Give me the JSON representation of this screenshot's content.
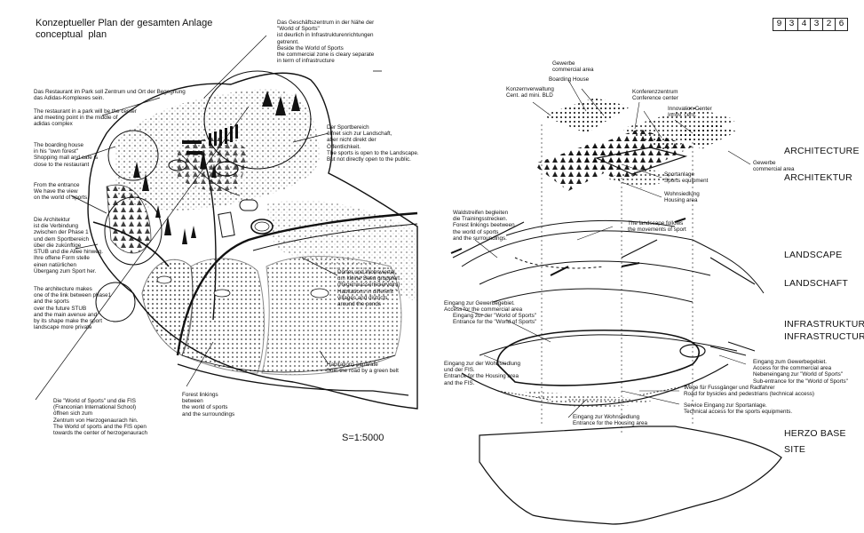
{
  "sheet_number": [
    "9",
    "3",
    "4",
    "3",
    "2",
    "6"
  ],
  "title": {
    "de": "Konzeptueller Plan der gesamten Anlage",
    "en": "conceptual  plan"
  },
  "scale": "S=1:5000",
  "plan_notes": [
    {
      "id": "restaurant",
      "text": "Das Restaurant im Park soll Zentrum und Ort der Begegnung\ndas Adidas-Komplexes sein.\n\nThe restaurant in a park will be the center\nand meeting point in the middle of\nadidas complex"
    },
    {
      "id": "boarding",
      "text": "The boarding house\nin his \"own forest\"\nShopping mall and cafe is\nclose to the restaurant"
    },
    {
      "id": "entrance",
      "text": "From the entrance\nWe have the view\non the world of sports."
    },
    {
      "id": "architektur",
      "text": "Die Architektur\nist die Verbindung\nzwischen der Phase 1\nund dem Sportbereich\nüber die zukünftige\nSTUB und die Allee hinweg.\nIhre offene Form stelle\neinen natürlichen\nÜbergang zum Sport her."
    },
    {
      "id": "architecture",
      "text": "The architecture makes\none of the link between phase1\nand the sports\nover the future STUB\nand the main avenue and\nby its shape make the sport\nlandscape more private"
    },
    {
      "id": "geschaeft",
      "text": "Das Geschäftszentrum in der Nähe der\n\"World of Sports\"\nist deurlich in Infrastrukturenrichtungen\ngetrennt.\nBeside the World of Sports\nthe commercial zone is cleary separate\nin term of infrastructure"
    },
    {
      "id": "sportbereich",
      "text": "Der Sportbereich\nöffnet sich zur Landschaft,\naber nicht direkt der\nÖffentlichkeit.\nThe sports is open to the Landscape.\nBut not directly open to the public."
    },
    {
      "id": "doerfer",
      "text": "Dörfer und Wohnviertel,\num kleine Seen gruppiert\n(Regenwasserreservoirs)\nHabitations in different\nvillages and districts\naround the ponds"
    },
    {
      "id": "habitations",
      "text": "Habitations separate\nfrom the road by a green belt"
    },
    {
      "id": "forest",
      "text": "Forest linkings\nbetween\nthe world of sports\nand the surroundings"
    },
    {
      "id": "fis",
      "text": "Die \"World of Sports\" und die FIS\n(Franconian International School)\nöffnen sich zum\nZentrum von Herzogenaurach hin.\nThe World of sports and the FIS open\ntowards the center of herzogenaurach"
    }
  ],
  "layer_labels": [
    {
      "id": "architecture",
      "text": "ARCHITECTURE"
    },
    {
      "id": "architektur",
      "text": "ARCHITEKTUR"
    },
    {
      "id": "landscape",
      "text": "LANDSCAPE"
    },
    {
      "id": "landschaft",
      "text": "LANDSCHAFT"
    },
    {
      "id": "infrastruktur",
      "text": "INFRASTRUKTUR"
    },
    {
      "id": "infrastructure",
      "text": "INFRASTRUCTURE"
    },
    {
      "id": "herzo",
      "text": "HERZO BASE"
    },
    {
      "id": "site",
      "text": "SITE"
    }
  ],
  "axo_notes": [
    {
      "id": "gewerbe_top",
      "text": "Gewerbe\ncommercial area"
    },
    {
      "id": "boarding_house",
      "text": "Boarding House"
    },
    {
      "id": "konzern",
      "text": "Konzernverwaltung\nCent. ad mini. BLD"
    },
    {
      "id": "konferenz",
      "text": "Konferenzzentrum\nConference center"
    },
    {
      "id": "innovation",
      "text": "Innovation Center\nInnov. cent."
    },
    {
      "id": "gewerbe_right",
      "text": "Gewerbe\ncommercial area"
    },
    {
      "id": "sportanlage",
      "text": "Sportanlage\nSports equipment"
    },
    {
      "id": "wohnsiedlung",
      "text": "Wohnsiedlung\nHousing area"
    },
    {
      "id": "waldstreifen",
      "text": "Waldstreifen begleiten\ndie Trainingsstrecken.\nForest linkings beetween\nthe world of sports\nand the surroundings."
    },
    {
      "id": "landscape_follows",
      "text": "The landscape follows\nthe movements of sport"
    },
    {
      "id": "eingang_gewerbe",
      "text": "Eingang zur Gewerbegebiet.\nAccess for the commercial area"
    },
    {
      "id": "eingang_world",
      "text": "Eingang zur der \"World of Sports\"\nEntrance for the \"World of Sports\""
    },
    {
      "id": "eingang_wohn_fis",
      "text": "Eingang zur der Wohnsiedlung\nund der FIS.\nEntrance for the Housing area\nand the FIS."
    },
    {
      "id": "eingang_gewerbe_right",
      "text": "Eingang zum Gewerbegebiet.\nAccess for the commercial area\nNebeneingang zur \"World of Sports\"\nSub-entrance for the \"World of Sports\""
    },
    {
      "id": "wege",
      "text": "Wege für Fussgänger und Radfahrer\nRoad for bysicles and pedestrians (technical access)"
    },
    {
      "id": "service",
      "text": "Service Eingang zur Sportanlage.\nTechnical access for the sports equipments."
    },
    {
      "id": "eingang_wohn",
      "text": "Eingang zur Wohnsiedlung\nEntrance for the Housing area"
    }
  ]
}
